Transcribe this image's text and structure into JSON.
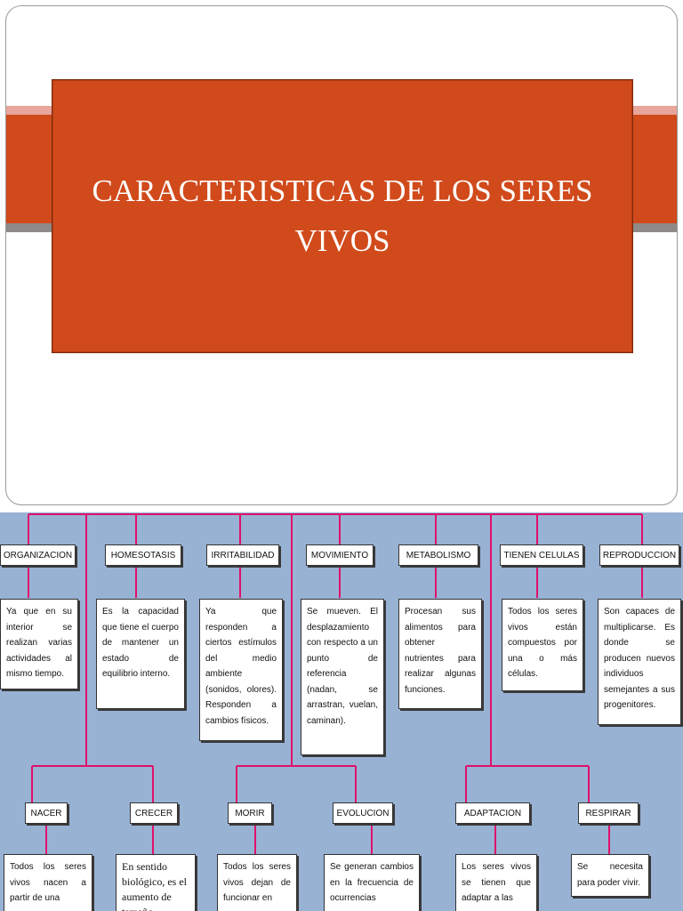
{
  "slide": {
    "title": "CARACTERISTICAS DE LOS SERES VIVOS"
  },
  "colors": {
    "title_background": "#d14a1b",
    "map_background": "#98b2d4",
    "connector": "#e0106a"
  },
  "concepts_top": [
    {
      "label": "ORGANIZACION",
      "description": "Ya que en su interior se realizan varias actividades al mismo tiempo."
    },
    {
      "label": "HOMESOTASIS",
      "description": "Es la capacidad que tiene el cuerpo de mantener un estado de equilibrio interno."
    },
    {
      "label": "IRRITABILIDAD",
      "description": "Ya que responden a ciertos estímulos del medio ambiente (sonidos, olores). Responden a cambios físicos."
    },
    {
      "label": "MOVIMIENTO",
      "description": "Se mueven. El desplazamiento con respecto a un punto de referencia (nadan, se arrastran, vuelan, caminan)."
    },
    {
      "label": "METABOLISMO",
      "description": "Procesan sus alimentos para obtener nutrientes para realizar algunas funciones."
    },
    {
      "label": "TIENEN CELULAS",
      "description": "Todos los seres vivos están compuestos por una o más células."
    },
    {
      "label": "REPRODUCCION",
      "description": "Son capaces de multiplicarse. Es donde se producen nuevos individuos semejantes a sus progenitores."
    }
  ],
  "concepts_bottom": [
    {
      "label": "NACER",
      "description": "Todos los seres vivos nacen a partir de una"
    },
    {
      "label": "CRECER",
      "description": "En sentido biológico, es el aumento de tamaño"
    },
    {
      "label": "MORIR",
      "description": "Todos los seres vivos dejan de funcionar en"
    },
    {
      "label": "EVOLUCION",
      "description": "Se generan cambios en la frecuencia de ocurrencias"
    },
    {
      "label": "ADAPTACION",
      "description": "Los seres vivos se tienen que adaptar a las"
    },
    {
      "label": "RESPIRAR",
      "description": "Se necesita para poder vivir."
    }
  ]
}
